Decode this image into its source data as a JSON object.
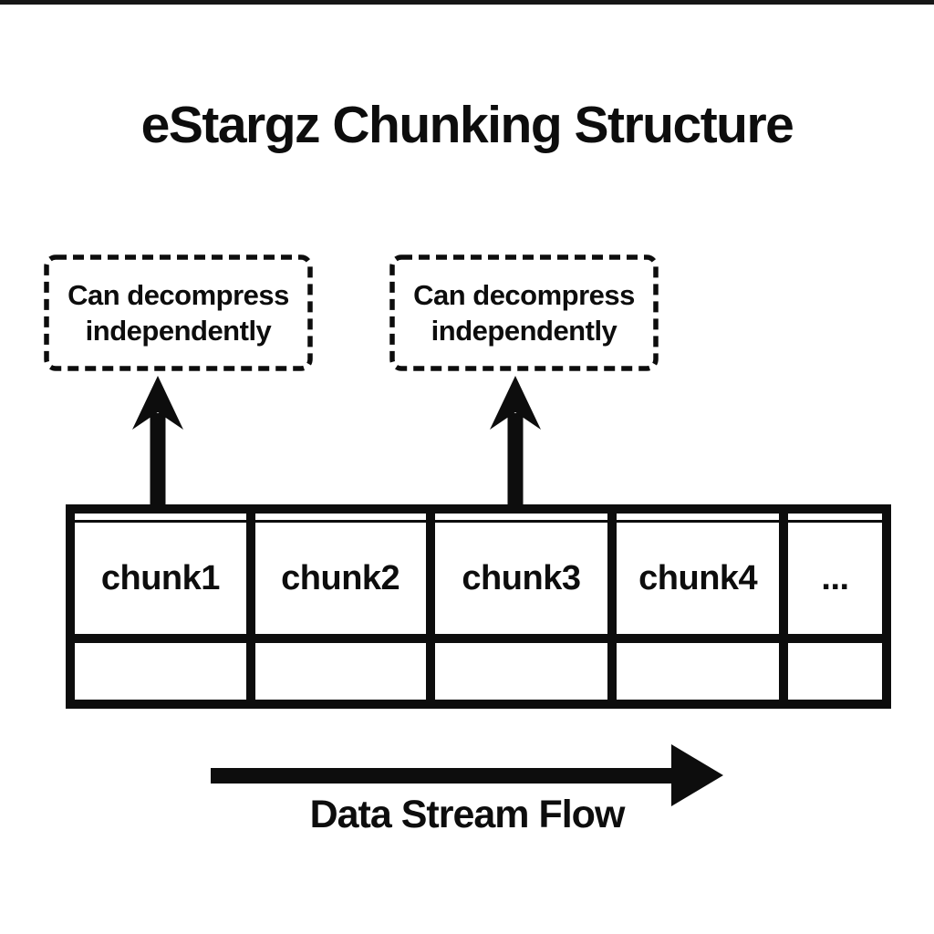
{
  "title": "eStargz Chunking Structure",
  "callouts": [
    {
      "text": "Can decompress independently"
    },
    {
      "text": "Can decompress independently"
    }
  ],
  "table": {
    "chunk_labels": [
      "chunk1",
      "chunk2",
      "chunk3",
      "chunk4",
      "..."
    ]
  },
  "flow": {
    "label": "Data Stream Flow"
  },
  "icons": {
    "up_arrow_1": "up-arrow-icon",
    "up_arrow_2": "up-arrow-icon",
    "flow_arrow": "right-arrow-icon"
  },
  "colors": {
    "ink": "#0d0d0d",
    "background": "#ffffff"
  }
}
